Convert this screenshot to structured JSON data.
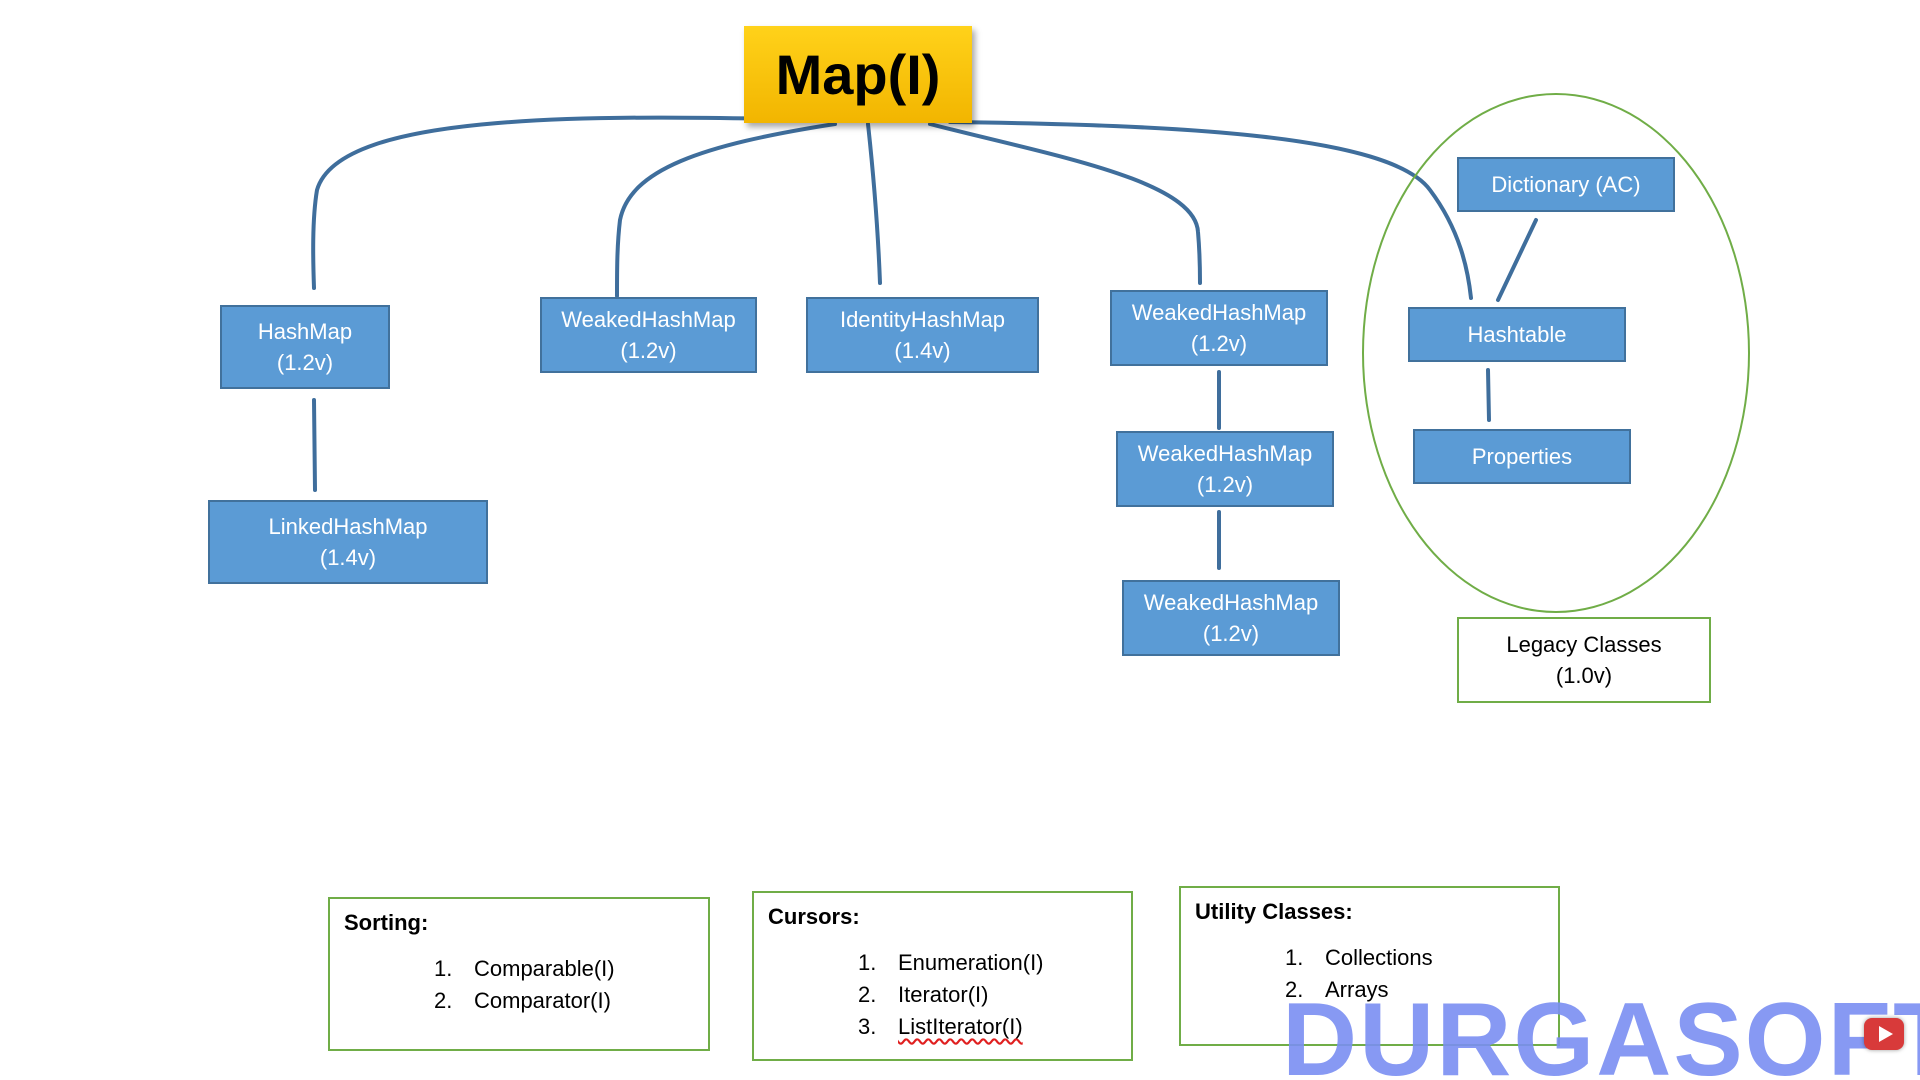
{
  "root": {
    "label": "Map(I)"
  },
  "nodes": {
    "hashmap": {
      "name": "HashMap",
      "version": "(1.2v)"
    },
    "linked_hashmap": {
      "name": "LinkedHashMap",
      "version": "(1.4v)"
    },
    "weaked_hashmap_1": {
      "name": "WeakedHashMap",
      "version": "(1.2v)"
    },
    "identity_hashmap": {
      "name": "IdentityHashMap",
      "version": "(1.4v)"
    },
    "weaked_hashmap_2": {
      "name": "WeakedHashMap",
      "version": "(1.2v)"
    },
    "weaked_hashmap_3": {
      "name": "WeakedHashMap",
      "version": "(1.2v)"
    },
    "weaked_hashmap_4": {
      "name": "WeakedHashMap",
      "version": "(1.2v)"
    },
    "dictionary": {
      "name": "Dictionary (AC)"
    },
    "hashtable": {
      "name": "Hashtable"
    },
    "properties": {
      "name": "Properties"
    }
  },
  "legacy": {
    "title": "Legacy Classes",
    "version": "(1.0v)"
  },
  "sorting": {
    "title": "Sorting:",
    "items": [
      {
        "num": "1.",
        "label": "Comparable(I)"
      },
      {
        "num": "2.",
        "label": "Comparator(I)"
      }
    ]
  },
  "cursors": {
    "title": "Cursors:",
    "items": [
      {
        "num": "1.",
        "label": "Enumeration(I)"
      },
      {
        "num": "2.",
        "label": "Iterator(I)"
      },
      {
        "num": "3.",
        "label": "ListIterator(I)"
      }
    ]
  },
  "utility": {
    "title": "Utility Classes:",
    "items": [
      {
        "num": "1.",
        "label": "Collections"
      },
      {
        "num": "2.",
        "label": "Arrays"
      }
    ]
  },
  "watermark": {
    "text": "DURGASOFT"
  },
  "colors": {
    "node_fill": "#5b9bd5",
    "node_border": "#41719c",
    "connector": "#3f6e9c",
    "root_fill": "#f7c000",
    "outline_green": "#70ad47",
    "watermark": "#7b8ff2"
  }
}
